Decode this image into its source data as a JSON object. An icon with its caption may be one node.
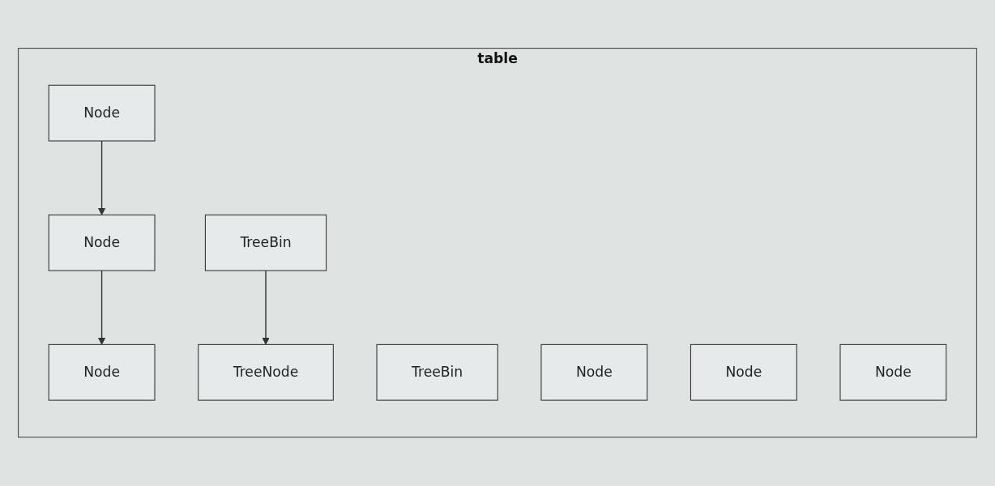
{
  "diagram": {
    "nodes": [
      {
        "text": [
          "table"
        ]
      },
      {
        "text": [
          "Node"
        ],
        "in": 0
      },
      {
        "text": [
          "TreeBin"
        ],
        "in": 0
      },
      {
        "text": [
          "Node"
        ],
        "in": 0
      },
      {
        "text": [
          "Node"
        ],
        "in": 0
      },
      {
        "text": [
          "TreeBin"
        ],
        "in": 0
      },
      {
        "text": [
          "Node"
        ],
        "in": 0
      },
      {
        "text": [
          "Node"
        ],
        "in": 0
      },
      {
        "text": [
          "Node"
        ],
        "in": 0
      },
      {
        "text": [
          "TreeNode"
        ],
        "in": 0
      }
    ],
    "edges": [
      {
        "from": 1,
        "to": 7,
        "arrow": "to"
      },
      {
        "from": 7,
        "to": 8,
        "arrow": "to"
      },
      {
        "from": 5,
        "to": 9,
        "arrow": "to"
      }
    ]
  }
}
